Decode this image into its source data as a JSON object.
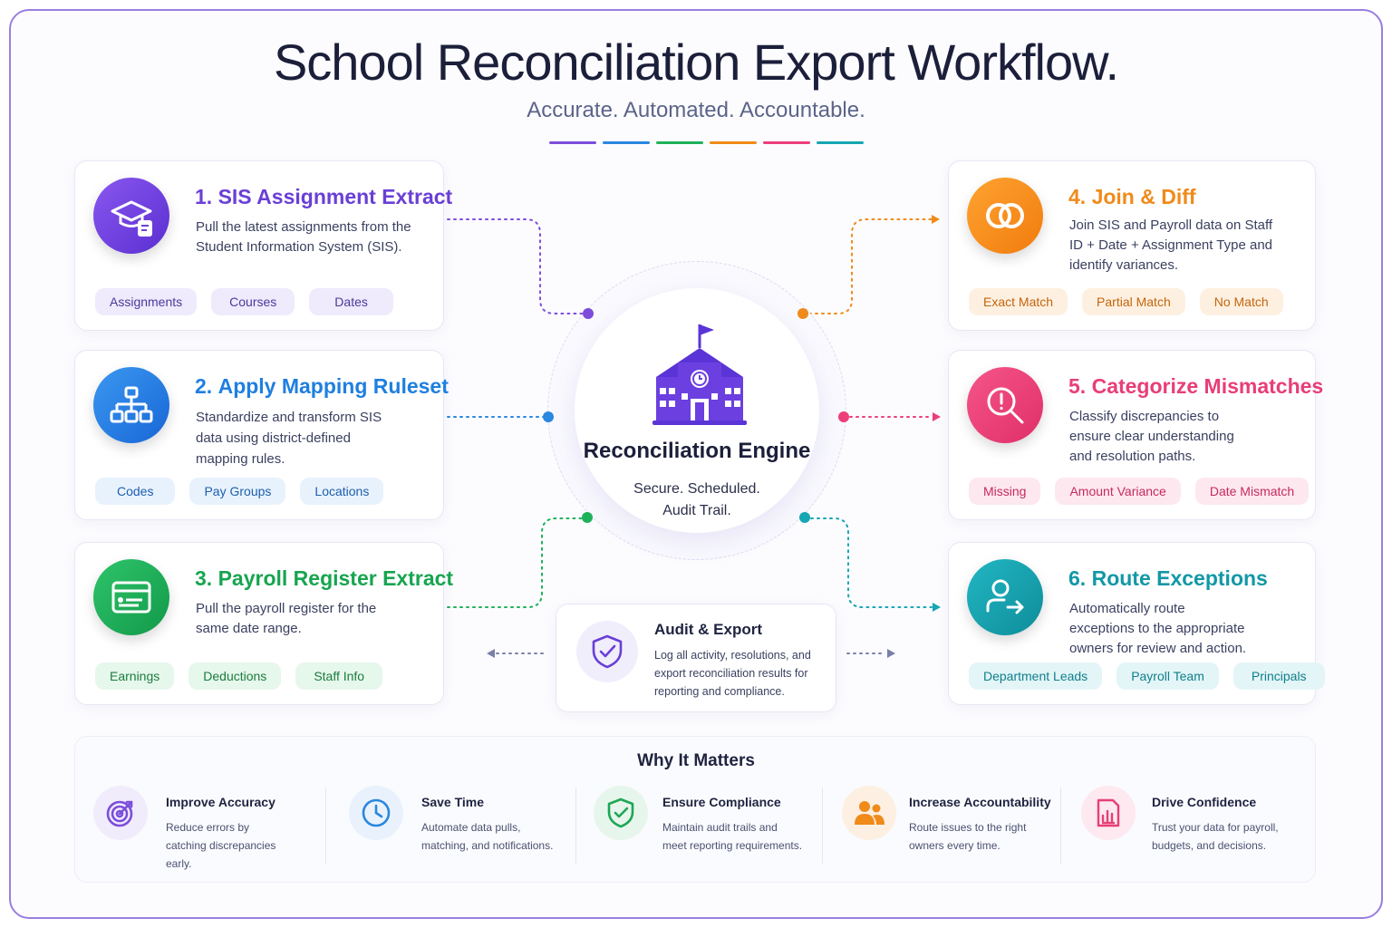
{
  "title": "School Reconciliation Export Workflow.",
  "subtitle": "Accurate. Automated. Accountable.",
  "divider_colors": [
    "#7c4ddb",
    "#2a87e0",
    "#1fb15a",
    "#f08a19",
    "#ec3f7a",
    "#17a6b3"
  ],
  "steps": [
    {
      "number": "1.",
      "title": "SIS Assignment Extract",
      "description": "Pull the latest assignments from the Student Information System (SIS).",
      "tags": [
        "Assignments",
        "Courses",
        "Dates"
      ],
      "color": "#6a3fd6",
      "tag_bg": "#efeafc",
      "tag_fg": "#4a3a9a",
      "icon": "graduation-cap-icon"
    },
    {
      "number": "2.",
      "title": "Apply Mapping Ruleset",
      "description": "Standardize and transform SIS data using district-defined mapping rules.",
      "tags": [
        "Codes",
        "Pay Groups",
        "Locations"
      ],
      "color": "#1f7fe0",
      "tag_bg": "#e8f2fd",
      "tag_fg": "#1d5fae",
      "icon": "hierarchy-icon"
    },
    {
      "number": "3.",
      "title": "Payroll Register Extract",
      "description": "Pull the payroll register for the same date range.",
      "tags": [
        "Earnings",
        "Deductions",
        "Staff Info"
      ],
      "color": "#17a550",
      "tag_bg": "#e6f7ec",
      "tag_fg": "#1b7d3e",
      "icon": "register-icon"
    },
    {
      "number": "4.",
      "title": "Join & Diff",
      "description": "Join SIS and Payroll data on Staff ID + Date + Assignment Type and identify variances.",
      "tags": [
        "Exact Match",
        "Partial Match",
        "No Match"
      ],
      "color": "#f08a19",
      "tag_bg": "#fef0e0",
      "tag_fg": "#c2650d",
      "icon": "linked-rings-icon"
    },
    {
      "number": "5.",
      "title": "Categorize Mismatches",
      "description": "Classify discrepancies to ensure clear understanding and resolution paths.",
      "tags": [
        "Missing",
        "Amount Variance",
        "Date Mismatch"
      ],
      "color": "#e83e77",
      "tag_bg": "#fde8ef",
      "tag_fg": "#c62a60",
      "icon": "search-alert-icon"
    },
    {
      "number": "6.",
      "title": "Route Exceptions",
      "description": "Automatically route exceptions to the appropriate owners for review and action.",
      "tags": [
        "Department Leads",
        "Payroll Team",
        "Principals"
      ],
      "color": "#1298a6",
      "tag_bg": "#e3f5f7",
      "tag_fg": "#0f7f8b",
      "icon": "user-route-icon"
    }
  ],
  "engine": {
    "title": "Reconciliation Engine",
    "subtitle_line1": "Secure. Scheduled.",
    "subtitle_line2": "Audit Trail."
  },
  "audit": {
    "title": "Audit & Export",
    "description": "Log all activity, resolutions, and export reconciliation results for reporting and compliance."
  },
  "why": {
    "title": "Why It Matters",
    "items": [
      {
        "title": "Improve Accuracy",
        "description": "Reduce errors by catching discrepancies early.",
        "color": "#7c4ddb",
        "bg": "#f1ecfc",
        "icon": "target-icon"
      },
      {
        "title": "Save Time",
        "description": "Automate data pulls, matching, and notifications.",
        "color": "#2a87e0",
        "bg": "#e9f2fc",
        "icon": "clock-icon"
      },
      {
        "title": "Ensure Compliance",
        "description": "Maintain audit trails and meet reporting requirements.",
        "color": "#1fa656",
        "bg": "#e7f6ec",
        "icon": "shield-check-icon"
      },
      {
        "title": "Increase Accountability",
        "description": "Route issues to the right owners every time.",
        "color": "#f08a19",
        "bg": "#fdf0e2",
        "icon": "people-icon"
      },
      {
        "title": "Drive Confidence",
        "description": "Trust your data for payroll, budgets, and decisions.",
        "color": "#e83e77",
        "bg": "#fde9ef",
        "icon": "report-chart-icon"
      }
    ]
  }
}
